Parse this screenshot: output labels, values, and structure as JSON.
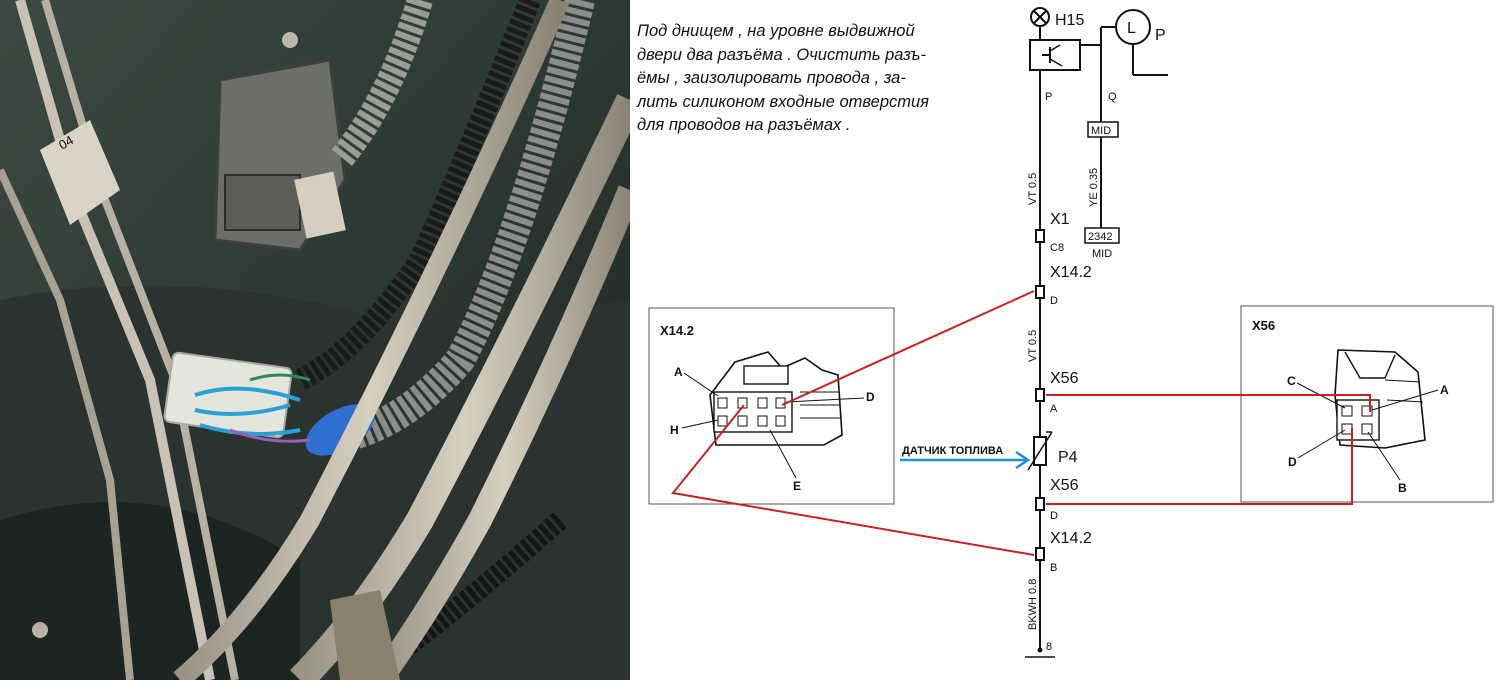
{
  "note": {
    "lines": [
      "Под днищем , на уровне выдвижной",
      "двери два разъёма . Очистить разъ-",
      "ёмы , заизолировать провода , за-",
      "лить силиконом входные отверстия",
      "для проводов на разъёмах ."
    ]
  },
  "photo": {
    "tag_text": "04"
  },
  "schematic": {
    "lamp_label": "H15",
    "gauge_letter": "L",
    "gauge_label": "P",
    "wire_p": "P",
    "wire_q": "Q",
    "wire_vt_top": "VT 0.5",
    "wire_ye": "YE 0.35",
    "mid_box_top": "MID",
    "mid_box_num": "2342",
    "mid_box_bottom": "MID",
    "x1": "X1",
    "c8": "C8",
    "x14_top": "X14.2",
    "pin_d_top": "D",
    "wire_vt_mid": "VT 0.5",
    "x56_top": "X56",
    "pin_a": "A",
    "p4": "P4",
    "sensor_label": "ДАТЧИК ТОПЛИВА",
    "x56_bottom": "X56",
    "pin_d_bottom": "D",
    "x14_bottom": "X14.2",
    "pin_b": "B",
    "wire_bkwh": "BKWH 0.8",
    "ground": "8"
  },
  "inset_x14": {
    "title": "X14.2",
    "pins": {
      "a": "A",
      "h": "H",
      "d": "D",
      "e": "E"
    }
  },
  "inset_x56": {
    "title": "X56",
    "pins": {
      "c": "C",
      "a": "A",
      "d": "D",
      "b": "B"
    }
  },
  "colors": {
    "red_wire": "#cc1f1f",
    "blue_arrow": "#1f8fd6"
  }
}
